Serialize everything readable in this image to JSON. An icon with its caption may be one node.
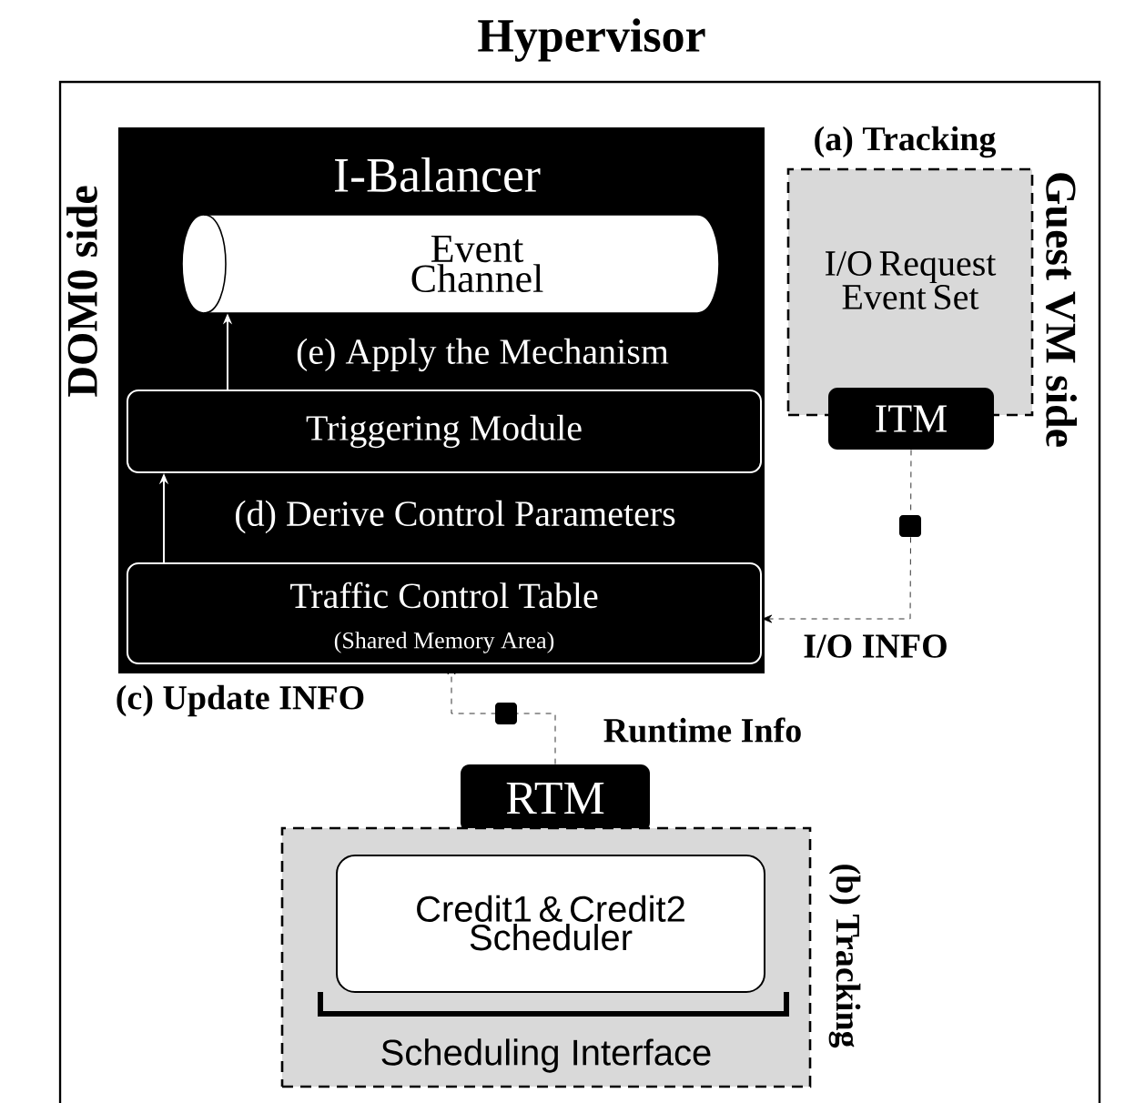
{
  "diagram": {
    "nodes": [
      {
        "text": [
          "Hypervisor"
        ]
      },
      {
        "text": [
          "I-Balancer"
        ],
        "in": 0
      },
      {
        "text": [
          "Event Channel"
        ],
        "in": 1
      },
      {
        "text": [
          "Triggering Module"
        ],
        "in": 1
      },
      {
        "text": [
          "Traffic Control Table",
          "(Shared Memory Area)"
        ],
        "in": 1
      },
      {
        "text": [
          "(a) Tracking",
          "I/O Request Event Set"
        ],
        "in": 0
      },
      {
        "text": [
          "ITM"
        ],
        "in": 0
      },
      {
        "text": [
          "RTM"
        ],
        "in": 0
      },
      {
        "text": [
          "(b) Tracking",
          "Scheduling Interface"
        ],
        "in": 0
      },
      {
        "text": [
          "Credit1 & Credit2 Scheduler"
        ],
        "in": 8
      }
    ],
    "edges": [
      {
        "from": 3,
        "to": 2,
        "arrow": "to",
        "label": "(e) Apply the Mechanism"
      },
      {
        "from": 4,
        "to": 3,
        "arrow": "to",
        "label": "(d) Derive Control Parameters"
      },
      {
        "from": 6,
        "to": 4,
        "arrow": "to",
        "label": "I/O INFO",
        "style": "dashed",
        "color": "#000000"
      },
      {
        "from": 7,
        "to": 4,
        "arrow": "to",
        "label": "Runtime Info",
        "style": "dashed",
        "color": "#000000"
      }
    ],
    "labels": [
      "(c) Update INFO",
      "DOM0 side",
      "Guest VM side"
    ]
  }
}
